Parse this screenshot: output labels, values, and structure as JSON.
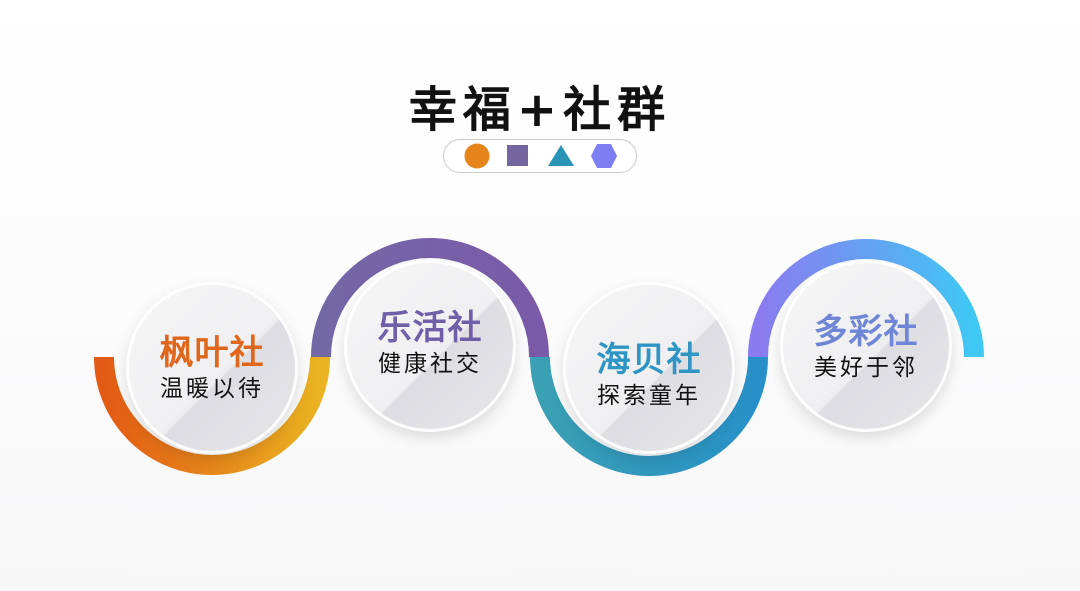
{
  "title": "幸福+社群",
  "legend_shapes": [
    {
      "shape": "circle",
      "color": "#e6841c"
    },
    {
      "shape": "square",
      "color": "#74679f"
    },
    {
      "shape": "triangle",
      "color": "#2a93b8"
    },
    {
      "shape": "hexagon",
      "color": "#7d7ef3"
    }
  ],
  "clubs": [
    {
      "name": "枫叶社",
      "slogan": "温暖以待",
      "name_color": "#e0661c",
      "arc_colors": [
        "#e35a14",
        "#e9b321"
      ]
    },
    {
      "name": "乐活社",
      "slogan": "健康社交",
      "name_color": "#6f5fa8",
      "arc_colors": [
        "#7368a6",
        "#7a5aa8"
      ]
    },
    {
      "name": "海贝社",
      "slogan": "探索童年",
      "name_color": "#2f95c4",
      "arc_colors": [
        "#3aa0b3",
        "#2790c8"
      ]
    },
    {
      "name": "多彩社",
      "slogan": "美好于邻",
      "name_color": "#6f86d6",
      "arc_colors": [
        "#8b7bf0",
        "#3fc8f4"
      ]
    }
  ]
}
